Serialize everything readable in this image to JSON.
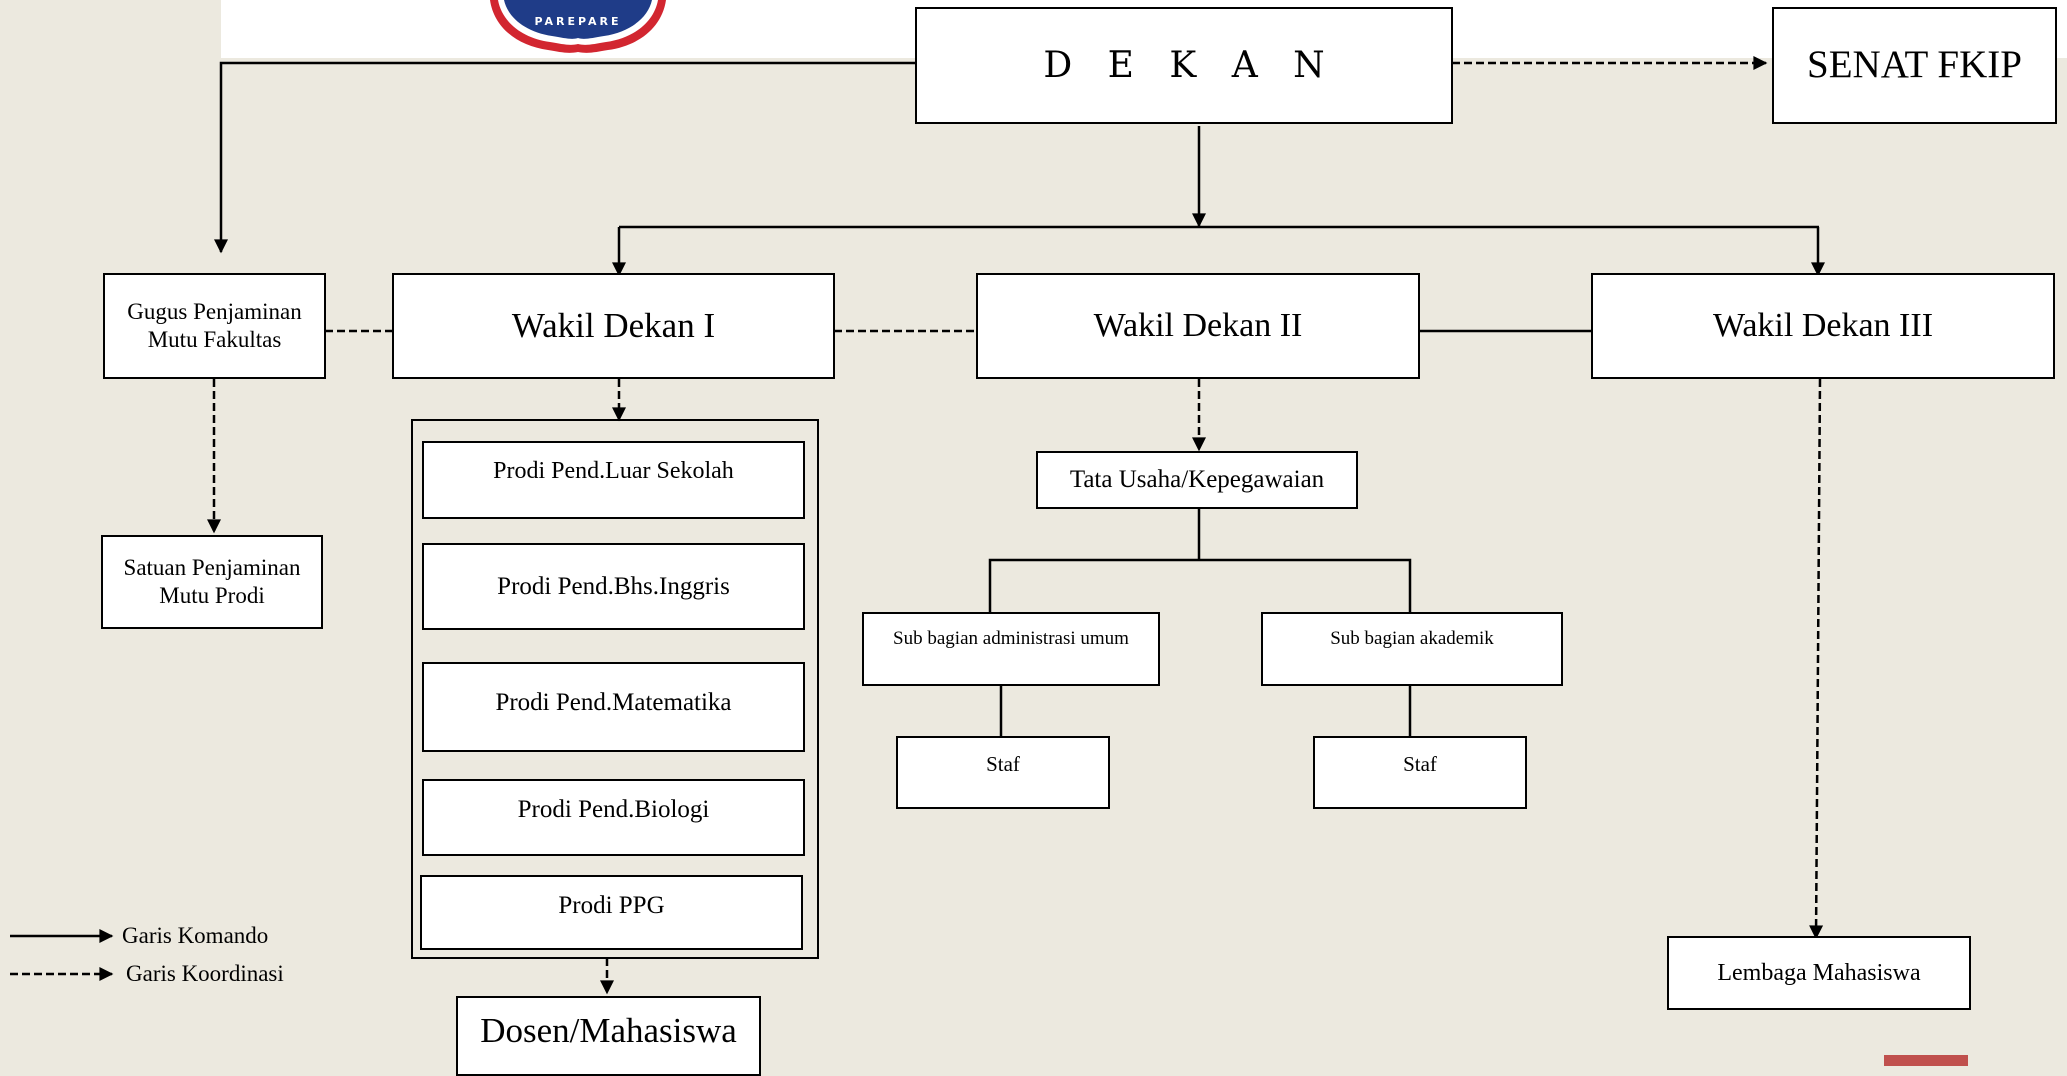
{
  "logo": {
    "text": "PAREPARE"
  },
  "nodes": {
    "dekan": "D E K A N",
    "senat": "SENAT FKIP",
    "gugus": "Gugus Penjaminan\nMutu Fakultas",
    "wd1": "Wakil Dekan I",
    "wd2": "Wakil Dekan II",
    "wd3": "Wakil Dekan III",
    "satuan": "Satuan Penjaminan\nMutu Prodi",
    "prodi_pls": "Prodi Pend.Luar Sekolah",
    "prodi_bing": "Prodi Pend.Bhs.Inggris",
    "prodi_mat": "Prodi Pend.Matematika",
    "prodi_bio": "Prodi Pend.Biologi",
    "prodi_ppg": "Prodi PPG",
    "dosen": "Dosen/Mahasiswa",
    "tata_usaha": "Tata Usaha/Kepegawaian",
    "sub_adm": "Sub bagian administrasi umum",
    "sub_akad": "Sub bagian akademik",
    "staf_1": "Staf",
    "staf_2": "Staf",
    "lembaga": "Lembaga Mahasiswa"
  },
  "legend": {
    "komando": "Garis Komando",
    "koordinasi": "Garis Koordinasi"
  },
  "colors": {
    "background": "#ECE9DF",
    "box_fill": "#FFFFFF",
    "line": "#000000",
    "accent": "#C0504D"
  }
}
